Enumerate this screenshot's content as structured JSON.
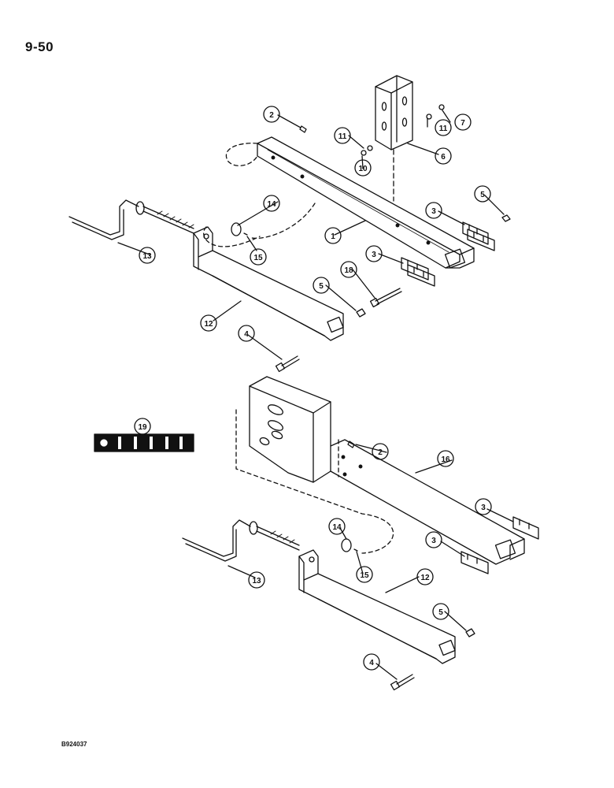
{
  "page": {
    "page_number": "9-50",
    "drawing_code": "B924037"
  },
  "callouts": {
    "c1": "1",
    "c2": "2",
    "c3": "3",
    "c4": "4",
    "c5": "5",
    "c6": "6",
    "c7": "7",
    "c10": "10",
    "c11": "11",
    "c12": "12",
    "c13": "13",
    "c14": "14",
    "c15": "15",
    "c16": "16",
    "c18": "18",
    "c19": "19"
  }
}
